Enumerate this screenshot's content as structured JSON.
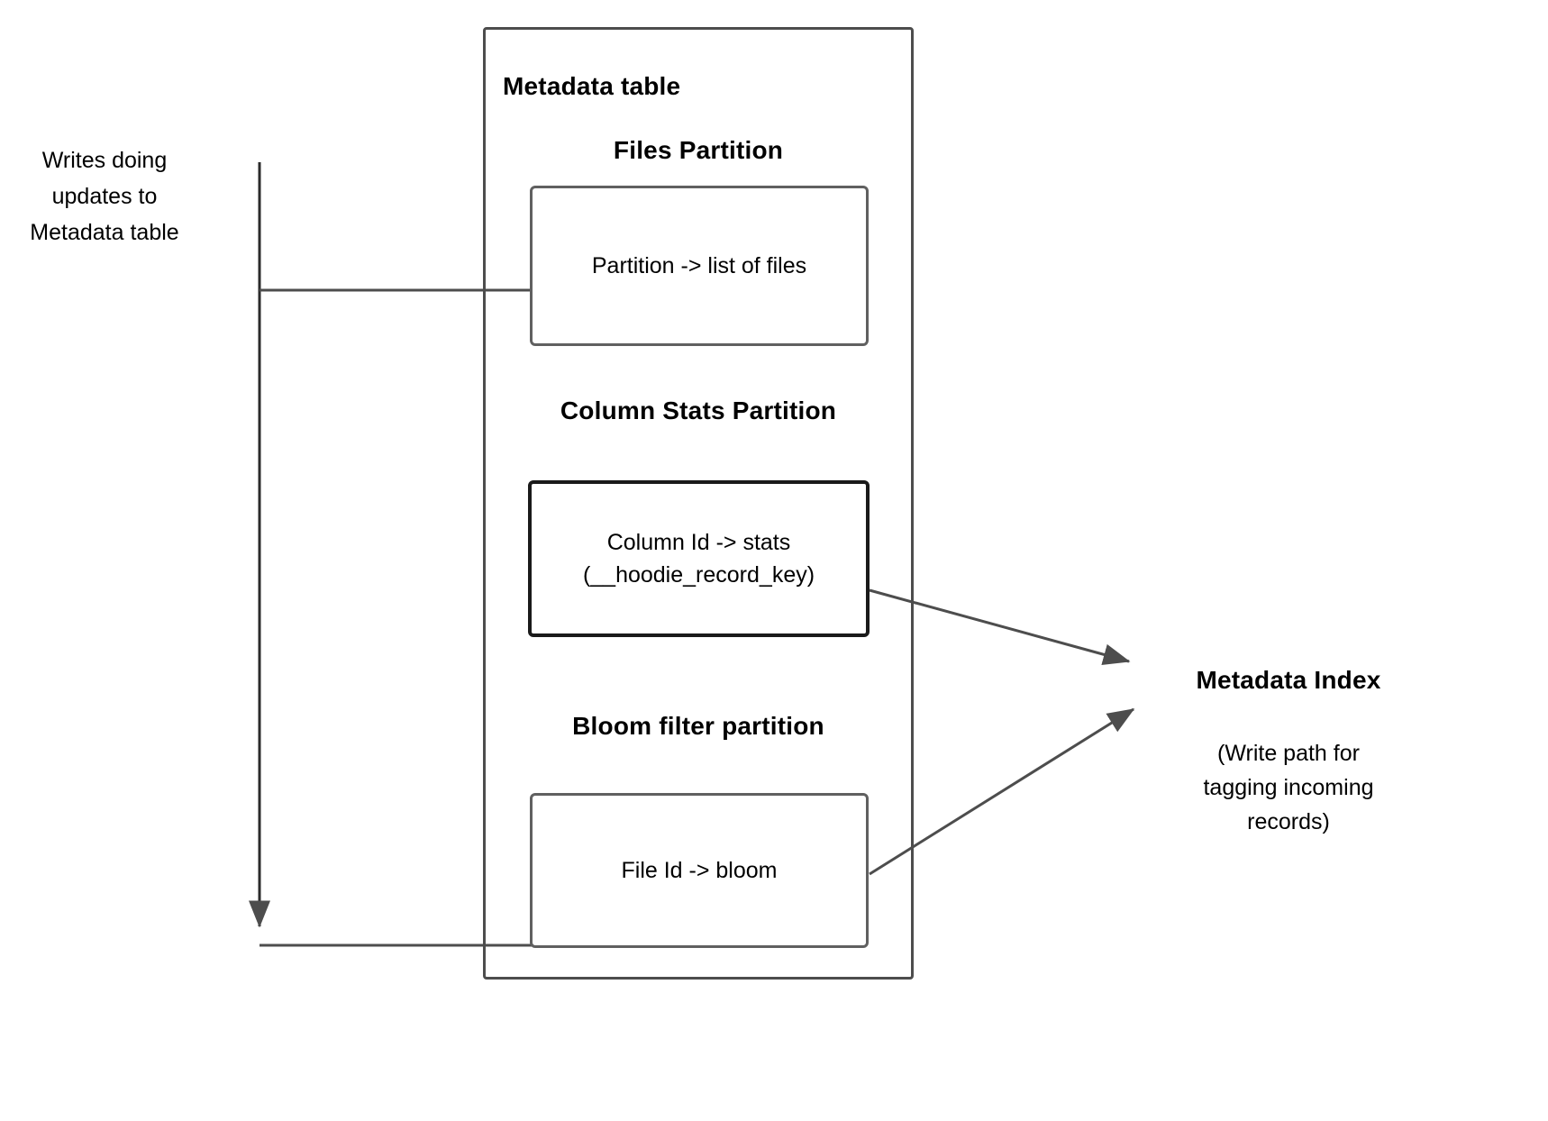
{
  "diagram": {
    "title": "Metadata table",
    "background_color": "#ffffff",
    "line_color": "#4d4d4d",
    "emphasis_border_color": "#1a1a1a",
    "container": {
      "label": "Metadata table"
    },
    "partitions": [
      {
        "heading": "Files Partition",
        "box_text": "Partition -> list of files",
        "border_color": "#606060"
      },
      {
        "heading": "Column Stats\nPartition",
        "box_text": "Column Id  -> stats\n(__hoodie_record_key)",
        "border_color": "#1a1a1a"
      },
      {
        "heading": "Bloom filter\npartition",
        "box_text": "File Id -> bloom",
        "border_color": "#606060"
      }
    ],
    "labels": {
      "writes": "Writes doing\nupdates to\nMetadata table",
      "metadata_index": "Metadata Index",
      "metadata_index_note": "(Write path for\ntagging incoming\nrecords)"
    },
    "connectors": [
      {
        "name": "writes-to-files-partition",
        "from": "writes-trunk",
        "to": "Files Partition box",
        "arrow": false
      },
      {
        "name": "writes-trunk-down",
        "from": "writes label",
        "to": "bloom row",
        "arrow": true
      },
      {
        "name": "writes-to-bloom-partition",
        "from": "writes-trunk",
        "to": "Bloom filter box",
        "arrow": false
      },
      {
        "name": "colstats-to-metadata-index",
        "from": "Column Stats box",
        "to": "Metadata Index",
        "arrow": true
      },
      {
        "name": "bloom-to-metadata-index",
        "from": "Bloom filter box",
        "to": "Metadata Index",
        "arrow": true
      }
    ]
  }
}
